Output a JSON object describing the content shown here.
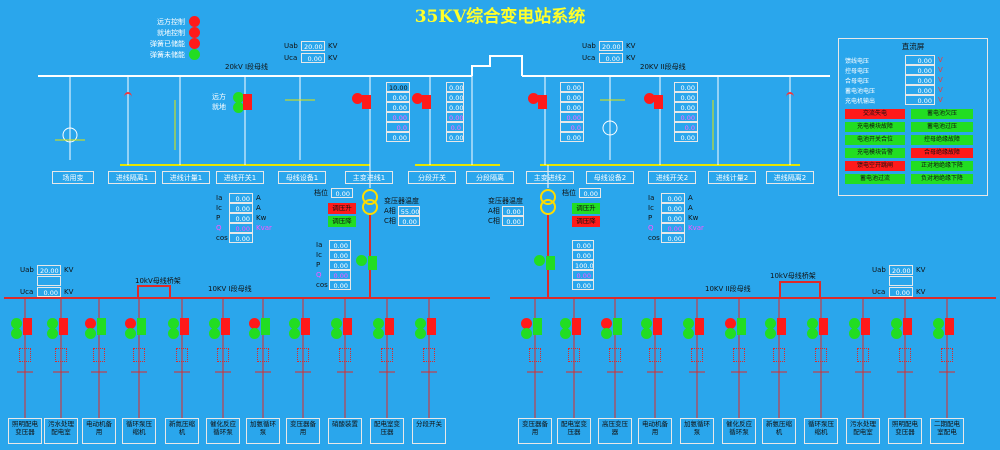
{
  "title": "35KV综合变电站系统",
  "legend": [
    {
      "label": "远方控制",
      "color": "#ff1a1a"
    },
    {
      "label": "就地控制",
      "color": "#ff1a1a"
    },
    {
      "label": "弹簧已储能",
      "color": "#ff1a1a"
    },
    {
      "label": "弹簧未储能",
      "color": "#22dd22"
    }
  ],
  "bus_20kv_1": "20kV I段母线",
  "bus_20kv_2": "20KV II段母线",
  "bus_10kv_1": "10KV I段母线",
  "bus_10kv_2": "10KV II段母线",
  "bus_tie_left": "10kV母线桥架",
  "bus_tie_right": "10kV母线桥架",
  "meter_top_left": {
    "uab_label": "Uab",
    "uab": "20.00",
    "uab_unit": "KV",
    "uca_label": "Uca",
    "uca": "0.00",
    "uca_unit": "KV"
  },
  "meter_top_right": {
    "uab_label": "Uab",
    "uab": "20.00",
    "uab_unit": "KV",
    "uca_label": "Uca",
    "uca": "0.00",
    "uca_unit": "KV"
  },
  "meter_left_10kv": {
    "uab_label": "Uab",
    "uab": "20.00",
    "uab_unit": "KV",
    "uca_label": "Uca",
    "uca": "0.00",
    "uca_unit": "KV"
  },
  "meter_right_10kv": {
    "uab_label": "Uab",
    "uab": "20.00",
    "uab_unit": "KV",
    "uca_label": "Uca",
    "uca": "0.00",
    "uca_unit": "KV"
  },
  "remote_local": {
    "a": "远方",
    "b": "就地"
  },
  "top_values_1": [
    "10.00",
    "0.00",
    "0.00",
    "0.00",
    "0.0",
    "0.00"
  ],
  "top_values_2": [
    "0.00",
    "0.00",
    "0.00",
    "0.00",
    "0.0",
    "0.00"
  ],
  "top_values_3": [
    "0.00",
    "0.00",
    "0.00",
    "0.00",
    "0.0",
    "0.00"
  ],
  "top_values_4": [
    "0.00",
    "0.00",
    "0.00",
    "0.00",
    "0.0",
    "0.00"
  ],
  "top_feeders": [
    "场用变",
    "进线隔离1",
    "进线计量1",
    "进线开关1",
    "母线设备1",
    "主变进线1",
    "分段开关",
    "分段隔离",
    "主变进线2",
    "母线设备2",
    "进线开关2",
    "进线计量2",
    "进线隔离2"
  ],
  "gear_left": {
    "label": "档位",
    "value": "0.00"
  },
  "gear_right": {
    "label": "档位",
    "value": "0.00"
  },
  "tap_up": "调压升",
  "tap_down": "调压降",
  "temp_left": {
    "title": "变压器温度",
    "a_label": "A相",
    "a": "55.00",
    "c_label": "C相",
    "c": "0.00"
  },
  "temp_right": {
    "title": "变压器温度",
    "a_label": "A相",
    "a": "0.00",
    "c_label": "C相",
    "c": "0.00"
  },
  "power_left": {
    "labels": [
      "Ia",
      "Ic",
      "P",
      "Q",
      "cos"
    ],
    "values": [
      "0.00",
      "0.00",
      "0.00",
      "0.00",
      "0.00"
    ],
    "units": [
      "A",
      "A",
      "Kw",
      "Kvar",
      ""
    ]
  },
  "power_right": {
    "labels": [
      "Ia",
      "Ic",
      "P",
      "Q",
      "cos"
    ],
    "values": [
      "0.00",
      "0.00",
      "0.00",
      "0.00",
      "0.00"
    ],
    "units": [
      "A",
      "A",
      "Kw",
      "Kvar",
      ""
    ]
  },
  "sec_left": {
    "labels": [
      "Ia",
      "Ic",
      "P",
      "Q",
      "cos"
    ],
    "values": [
      "0.00",
      "0.00",
      "0.00",
      "0.00",
      "0.00"
    ]
  },
  "sec_right": {
    "values": [
      "0.00",
      "0.00",
      "100.0",
      "0.00",
      "0.00"
    ]
  },
  "panel": {
    "title": "直流屏",
    "items": [
      {
        "label": "馈线电压",
        "value": "0.00",
        "unit": "V"
      },
      {
        "label": "控母电压",
        "value": "0.00",
        "unit": "V"
      },
      {
        "label": "合母电压",
        "value": "0.00",
        "unit": "V"
      },
      {
        "label": "蓄电池电压",
        "value": "0.00",
        "unit": "V"
      },
      {
        "label": "充电机输出",
        "value": "0.00",
        "unit": "V"
      }
    ],
    "grid": [
      [
        "交流失电",
        "蓄电池欠压"
      ],
      [
        "充电模块故障",
        "蓄电池过压"
      ],
      [
        "电池开关合位",
        "控母绝缘故障"
      ],
      [
        "充电模块告警",
        "合母绝缘故障"
      ],
      [
        "馈电空开跳闸",
        "正对地绝缘下降"
      ],
      [
        "蓄电池过流",
        "负对地绝缘下降"
      ]
    ]
  },
  "bottom_feeders": [
    "照明配电变压器",
    "污水处理配电室",
    "电动机备用",
    "循环泵压缩机",
    "新氮压缩机",
    "催化反应循环泵",
    "加氨循环泵",
    "变压器备用",
    "硝酸装置",
    "配电室变压器",
    "分段开关",
    "变压器备用",
    "配电室变压器",
    "高压变压器",
    "电动机备用",
    "加氨循环泵",
    "催化反应循环泵",
    "新氨压缩机",
    "循环泵压缩机",
    "污水处理配电室",
    "照明配电变压器",
    "二期配电室配电"
  ]
}
